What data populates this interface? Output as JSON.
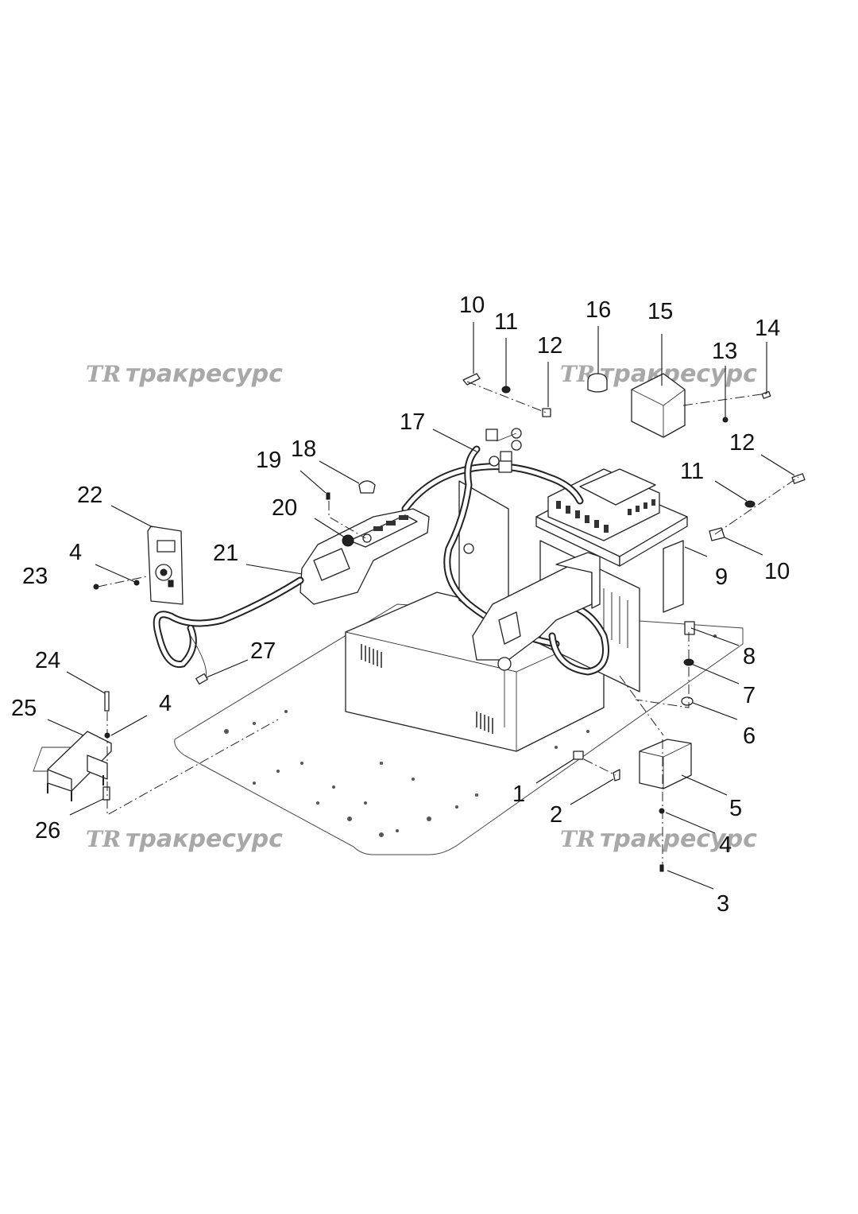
{
  "watermark": {
    "text": "трак­ресурс"
  },
  "callouts": [
    {
      "id": "c10a",
      "text": "10"
    },
    {
      "id": "c11a",
      "text": "11"
    },
    {
      "id": "c12a",
      "text": "12"
    },
    {
      "id": "c16",
      "text": "16"
    },
    {
      "id": "c15",
      "text": "15"
    },
    {
      "id": "c13",
      "text": "13"
    },
    {
      "id": "c14",
      "text": "14"
    },
    {
      "id": "c17",
      "text": "17"
    },
    {
      "id": "c12b",
      "text": "12"
    },
    {
      "id": "c11b",
      "text": "11"
    },
    {
      "id": "c19",
      "text": "19"
    },
    {
      "id": "c18",
      "text": "18"
    },
    {
      "id": "c22",
      "text": "22"
    },
    {
      "id": "c20",
      "text": "20"
    },
    {
      "id": "c9",
      "text": "9"
    },
    {
      "id": "c10b",
      "text": "10"
    },
    {
      "id": "c21",
      "text": "21"
    },
    {
      "id": "c4a",
      "text": "4"
    },
    {
      "id": "c23",
      "text": "23"
    },
    {
      "id": "c8",
      "text": "8"
    },
    {
      "id": "c27",
      "text": "27"
    },
    {
      "id": "c24",
      "text": "24"
    },
    {
      "id": "c7",
      "text": "7"
    },
    {
      "id": "c4b",
      "text": "4"
    },
    {
      "id": "c25",
      "text": "25"
    },
    {
      "id": "c6",
      "text": "6"
    },
    {
      "id": "c1",
      "text": "1"
    },
    {
      "id": "c5",
      "text": "5"
    },
    {
      "id": "c2",
      "text": "2"
    },
    {
      "id": "c26",
      "text": "26"
    },
    {
      "id": "c4c",
      "text": "4"
    },
    {
      "id": "c3",
      "text": "3"
    }
  ]
}
